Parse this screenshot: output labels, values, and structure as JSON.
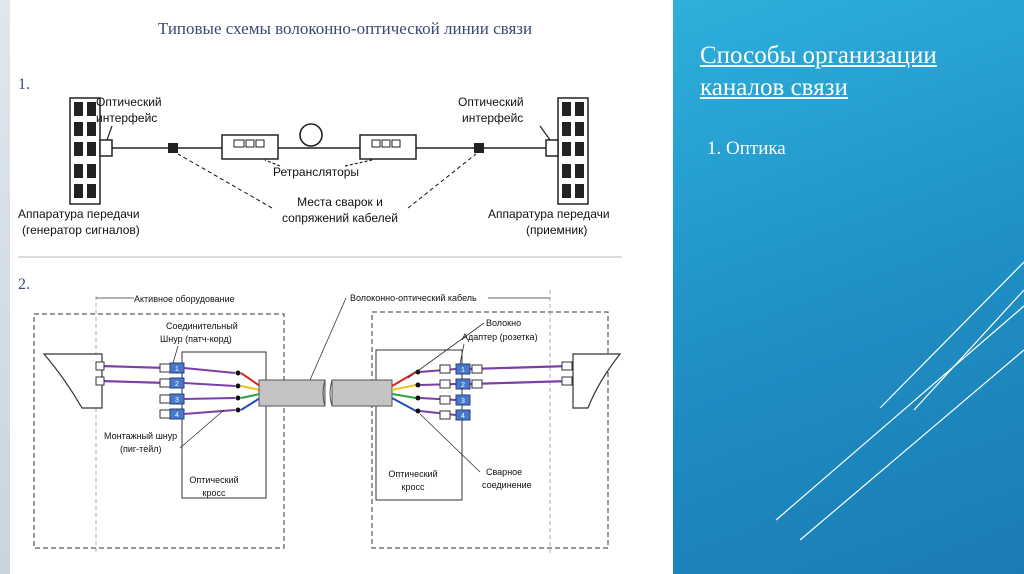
{
  "slide": {
    "title": "Способы организации каналов связи",
    "item": "1. Оптика"
  },
  "figure": {
    "title": "Типовые схемы волоконно-оптической линии связи",
    "scheme1": {
      "number": "1.",
      "optical_interface_left": [
        "Оптический",
        "интерфейс"
      ],
      "optical_interface_right": [
        "Оптический",
        "интерфейс"
      ],
      "repeaters": "Ретрансляторы",
      "splices": [
        "Места сварок и",
        "сопряжений кабелей"
      ],
      "tx_left": [
        "Аппаратура передачи",
        "(генератор сигналов)"
      ],
      "tx_right": [
        "Аппаратура передачи",
        "(приемник)"
      ]
    },
    "scheme2": {
      "number": "2.",
      "active_equipment": "Активное оборудование",
      "fiber_cable": "Волоконно-оптический кабель",
      "patch_cord": [
        "Соединительный",
        "Шнур (патч-корд)"
      ],
      "fiber": "Волокно",
      "adapter": "Адаптер (розетка)",
      "pigtail": [
        "Монтажный шнур",
        "(пиг-тейл)"
      ],
      "cross_left": [
        "Оптический",
        "кросс"
      ],
      "cross_right": [
        "Оптический",
        "кросс"
      ],
      "weld": [
        "Сварное",
        "соединение"
      ],
      "port_numbers": [
        "1",
        "2",
        "3",
        "4"
      ]
    }
  },
  "colors": {
    "background_top": "#3fc3e6",
    "background_bottom": "#1a7cb3",
    "diagram_title": "#3a4a70",
    "line": "#222222",
    "patch_cord": "#7b3fa8",
    "adapter": "#4a78c8",
    "fiber_colors": [
      "#d8261f",
      "#f1c21b",
      "#2aa33d",
      "#1f4fb8"
    ]
  }
}
